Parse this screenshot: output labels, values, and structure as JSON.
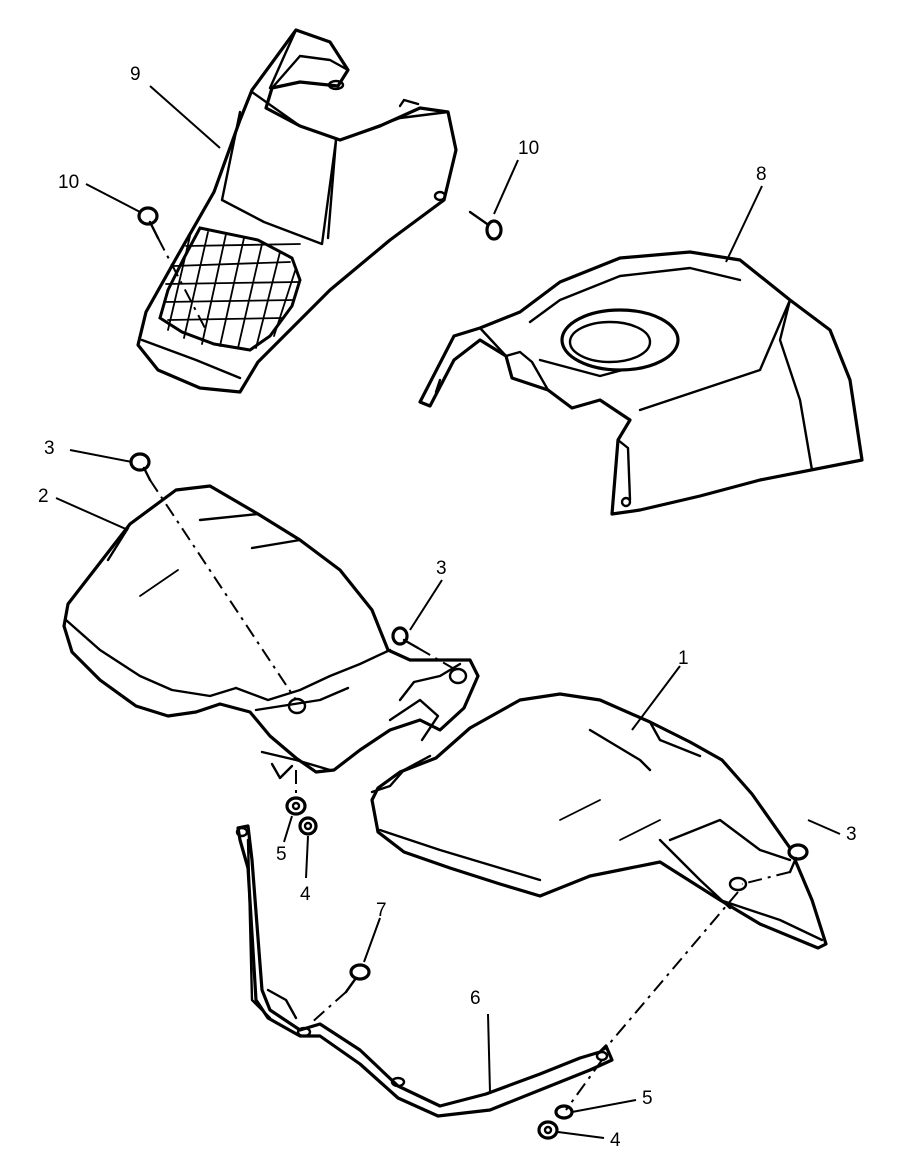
{
  "diagram": {
    "callouts": {
      "part1": "1",
      "part2": "2",
      "part3_a": "3",
      "part3_b": "3",
      "part3_c": "3",
      "part4_a": "4",
      "part4_b": "4",
      "part5_a": "5",
      "part5_b": "5",
      "part6": "6",
      "part7": "7",
      "part8": "8",
      "part9": "9",
      "part10_a": "10",
      "part10_b": "10"
    },
    "line_color": "#000000",
    "background_color": "#ffffff"
  }
}
